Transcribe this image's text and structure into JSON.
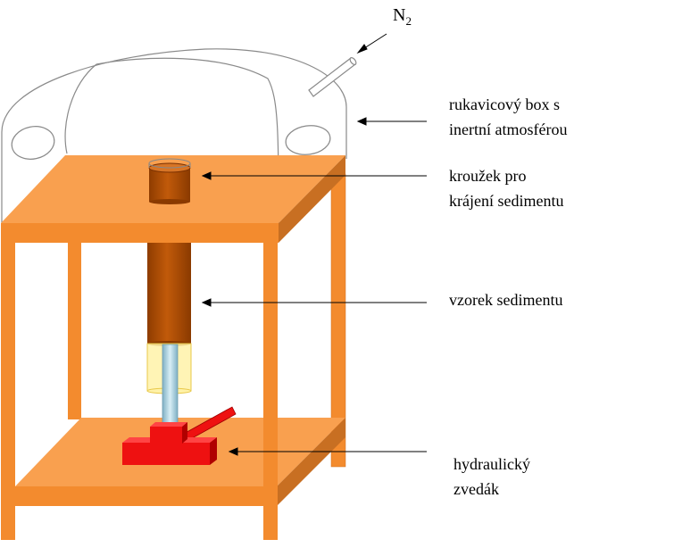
{
  "gas": {
    "symbol": "N",
    "subscript": "2"
  },
  "labels": {
    "glovebox": {
      "line1": "rukavicový box s",
      "line2": "inertní atmosférou"
    },
    "ring": {
      "line1": "kroužek pro",
      "line2": "krájení sedimentu"
    },
    "sample": {
      "line1": "vzorek sedimentu"
    },
    "jack": {
      "line1": "hydraulický",
      "line2": "zvedák"
    }
  },
  "colors": {
    "table": "#F9A04F",
    "table_dark": "#C86F22",
    "table_leg": "#F38B2E",
    "sediment": "#B24E00",
    "sediment_light": "#D06B1A",
    "tube": "#FFF0A0",
    "jack": "#EE1111",
    "jack_dark": "#B00000",
    "dome_line": "#8A8A8A",
    "rod": "#9BC7D8"
  }
}
